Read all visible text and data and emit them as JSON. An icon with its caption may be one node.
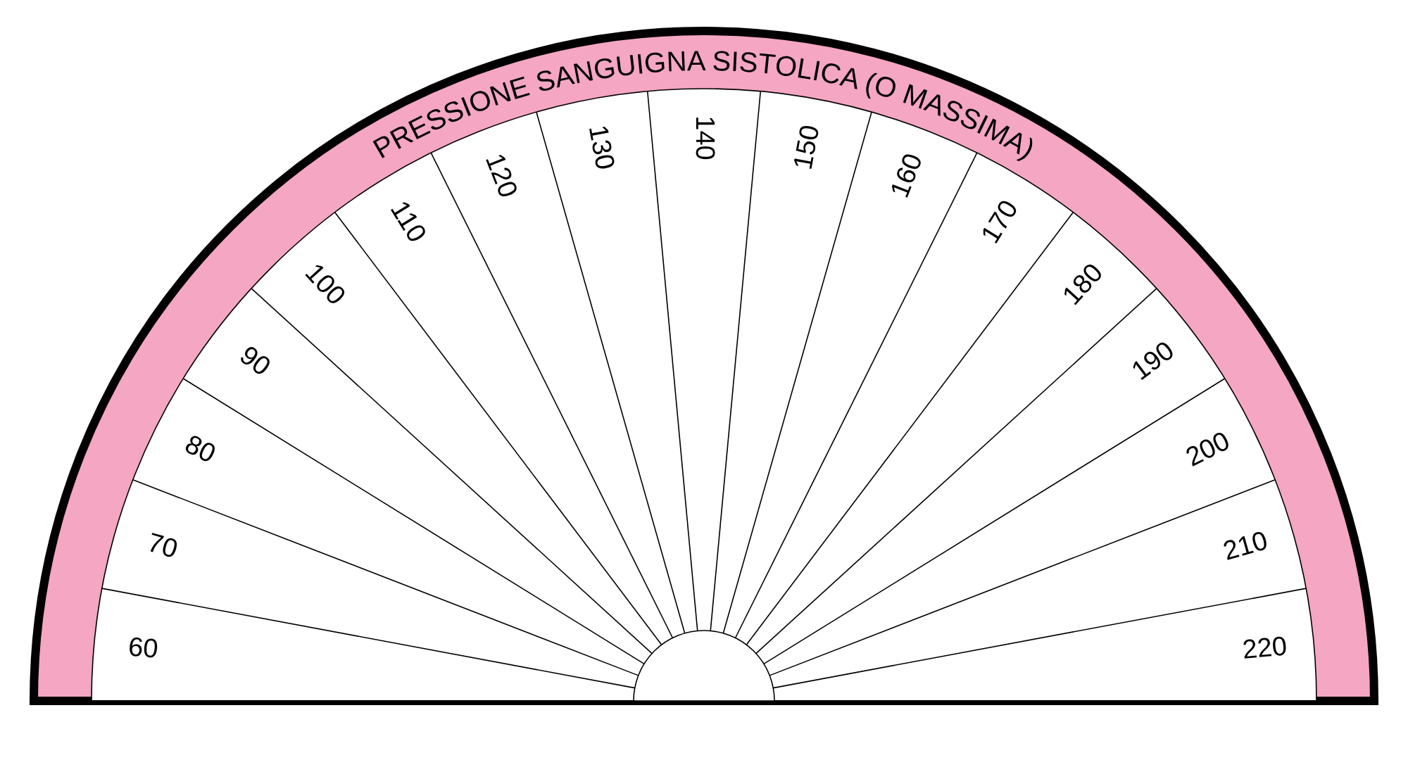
{
  "diagram": {
    "title": "PRESSIONE SANGUIGNA SISTOLICA (O MASSIMA)",
    "labels": [
      "60",
      "70",
      "80",
      "90",
      "100",
      "110",
      "120",
      "130",
      "140",
      "150",
      "160",
      "170",
      "180",
      "190",
      "200",
      "210",
      "220"
    ]
  }
}
